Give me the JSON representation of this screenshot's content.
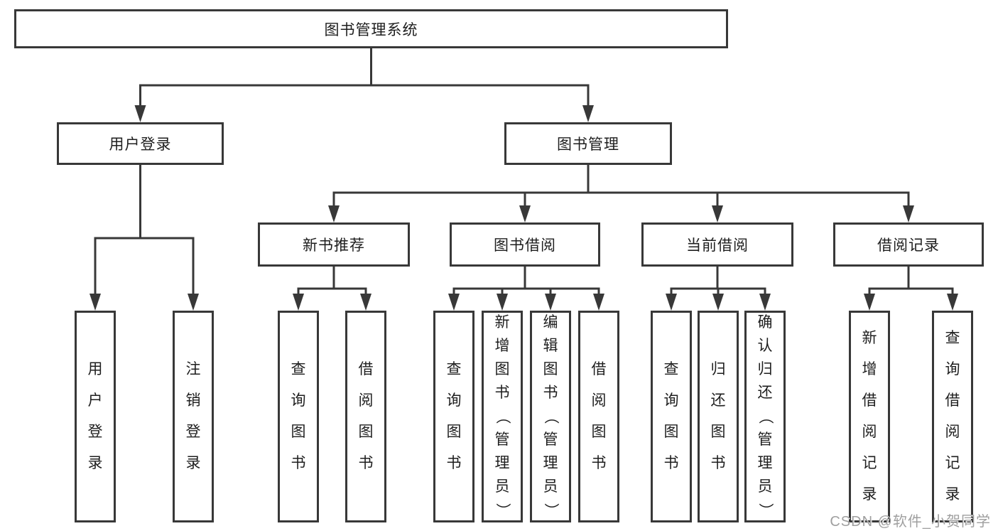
{
  "diagram": {
    "line_color": "#383838",
    "text_color": "#1e1e1e",
    "background": "#ffffff",
    "root": {
      "id": "root",
      "label": "图书管理系统",
      "children": [
        {
          "id": "user-login",
          "label": "用户登录",
          "children": [
            {
              "id": "leaf-user-login",
              "label": "用户登录"
            },
            {
              "id": "leaf-logout",
              "label": "注销登录"
            }
          ]
        },
        {
          "id": "book-mgmt",
          "label": "图书管理",
          "children": [
            {
              "id": "new-book-rec",
              "label": "新书推荐",
              "children": [
                {
                  "id": "nbr-query",
                  "label": "查询图书"
                },
                {
                  "id": "nbr-borrow",
                  "label": "借阅图书"
                }
              ]
            },
            {
              "id": "book-borrow",
              "label": "图书借阅",
              "children": [
                {
                  "id": "bb-query",
                  "label": "查询图书"
                },
                {
                  "id": "bb-add",
                  "label": "新增图书（管理员）"
                },
                {
                  "id": "bb-edit",
                  "label": "编辑图书（管理员）"
                },
                {
                  "id": "bb-borrow",
                  "label": "借阅图书"
                }
              ]
            },
            {
              "id": "current-borrow",
              "label": "当前借阅",
              "children": [
                {
                  "id": "cb-query",
                  "label": "查询图书"
                },
                {
                  "id": "cb-return",
                  "label": "归还图书"
                },
                {
                  "id": "cb-confirm",
                  "label": "确认归还（管理员）"
                }
              ]
            },
            {
              "id": "borrow-records",
              "label": "借阅记录",
              "children": [
                {
                  "id": "br-add",
                  "label": "新增借阅记录"
                },
                {
                  "id": "br-query",
                  "label": "查询借阅记录"
                }
              ]
            }
          ]
        }
      ]
    }
  },
  "watermark": {
    "text": "CSDN @软件_小贺同学",
    "color": "#9f9f9f"
  }
}
